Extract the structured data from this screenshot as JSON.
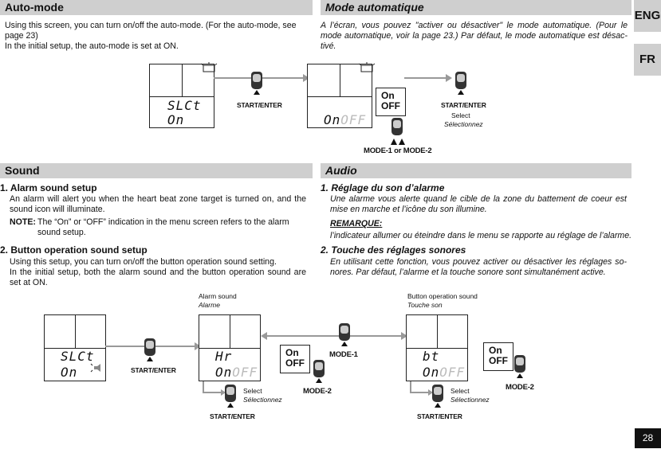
{
  "tabs": {
    "eng": "ENG",
    "fr": "FR"
  },
  "page_number": "28",
  "automode": {
    "en_title": "Auto-mode",
    "fr_title": "Mode automatique",
    "en_p1": "Using this screen, you can turn on/off the auto-mode. (For the auto-mode, see page 23)",
    "en_p2": "In the initial setup, the auto-mode is set at ON.",
    "fr_p1": "A l’écran, vous pouvez \"activer ou désactiver\" le mode automatique. (Pour le mode automatique, voir la page 23.) Par défaut, le mode automatique est désac-tivé.",
    "diagram": {
      "screen1_line1": "SLCt",
      "screen1_line2": "On",
      "screen2_on": "On",
      "screen2_off": "OFF",
      "btn1_label": "START/ENTER",
      "onoff_on": "On",
      "onoff_off": "OFF",
      "btn2_label": "START/ENTER",
      "select_en": "Select",
      "select_fr": "Sélectionnez",
      "mode_label": "MODE-1 or MODE-2"
    }
  },
  "sound": {
    "en_title": "Sound",
    "fr_title": "Audio",
    "en_h1": "1. Alarm sound setup",
    "en_h1_p": "An alarm will alert you when the heart beat zone target is turned on, and the sound icon will illuminate.",
    "en_note_label": "NOTE:",
    "en_note": "The “On” or “OFF” indication in the menu screen refers to the alarm sound setup.",
    "en_h2": "2. Button operation sound setup",
    "en_h2_p1": "Using this setup, you can turn on/off the button operation sound setting.",
    "en_h2_p2": "In the initial setup, both the alarm sound and the button operation sound are set at ON.",
    "fr_h1": "1. Réglage du son d’alarme",
    "fr_h1_p": "Une alarme vous alerte quand le cible de la zone du battement de coeur est mise en marche et l’icône du son illumine.",
    "fr_note_label": "REMARQUE:",
    "fr_note": "l’indicateur allumer ou éteindre dans le menu se rapporte au réglage de l’alarme.",
    "fr_h2": "2. Touche des réglages sonores",
    "fr_h2_p": "En utilisant cette fonction, vous pouvez activer ou désactiver les réglages so-nores. Par défaut, l’alarme et la touche sonore sont simultanément active.",
    "diagram": {
      "alarm_en": "Alarm sound",
      "alarm_fr": "Alarme",
      "button_en": "Button operation sound",
      "button_fr": "Touche son",
      "screenA_line1": "SLCt",
      "screenA_line2": "On",
      "screenB_line1": "Hr",
      "screenB_line2_on": "On",
      "screenB_line2_off": "OFF",
      "screenC_line1": "bt",
      "screenC_line2_on": "On",
      "screenC_line2_off": "OFF",
      "start_enter": "START/ENTER",
      "mode1": "MODE-1",
      "mode2": "MODE-2",
      "onoff_on": "On",
      "onoff_off": "OFF",
      "select_en": "Select",
      "select_fr": "Sélectionnez"
    }
  }
}
